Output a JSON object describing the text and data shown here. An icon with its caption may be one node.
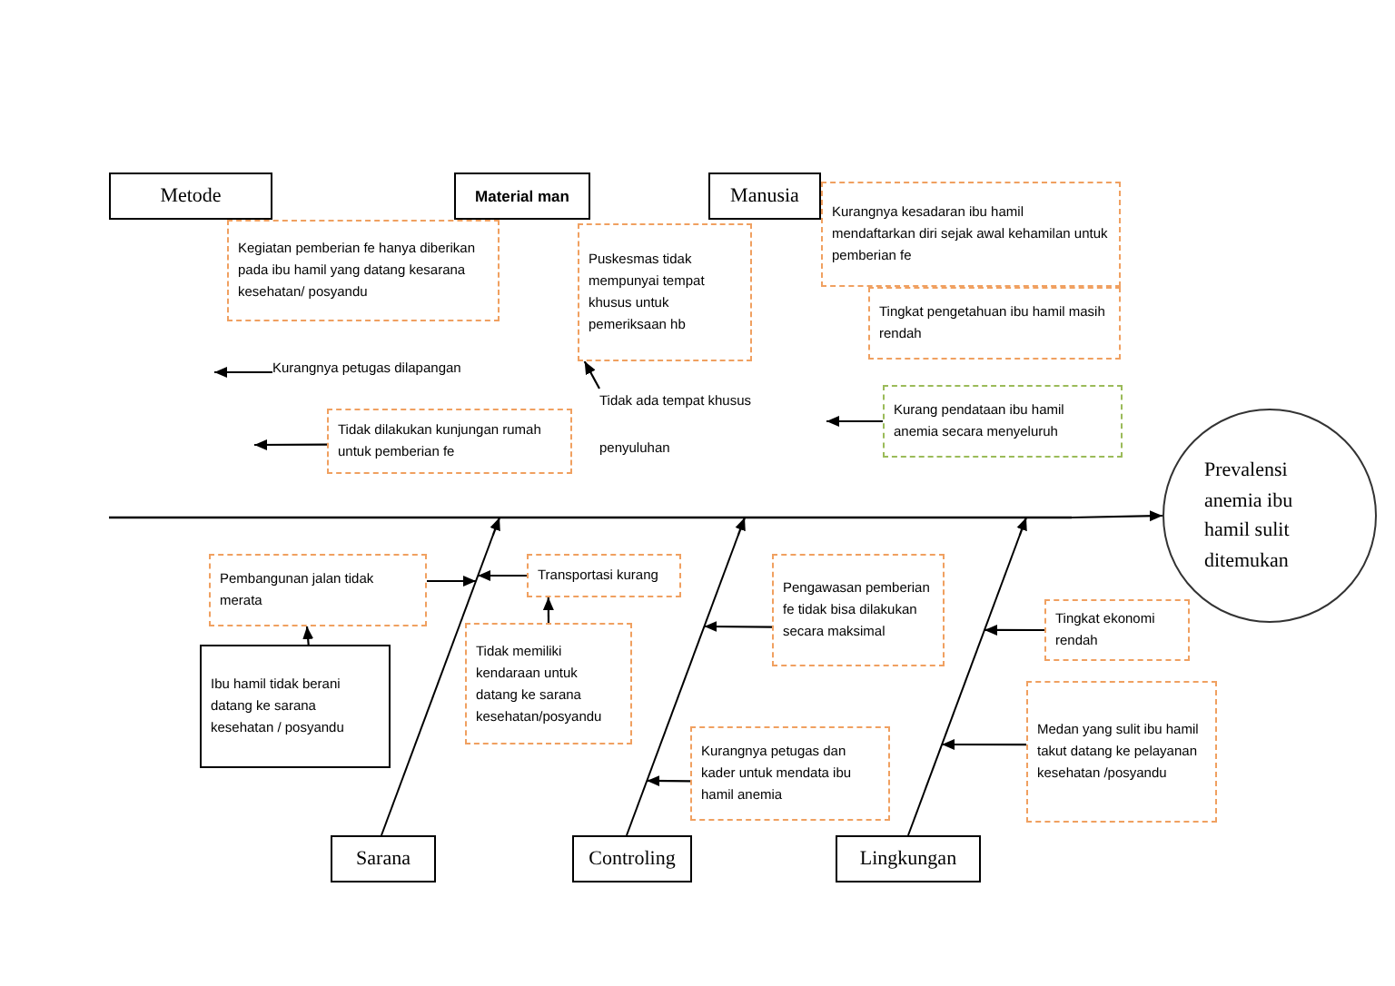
{
  "diagram": {
    "nodes": [
      {
        "text": [
          "Metode"
        ]
      },
      {
        "text": [
          "Material man"
        ]
      },
      {
        "text": [
          "Manusia"
        ]
      },
      {
        "text": [
          "Kegiatan pemberian fe hanya diberikan pada ibu hamil yang datang kesarana kesehatan/ posyandu"
        ]
      },
      {
        "text": [
          "Kurangnya petugas dilapangan"
        ]
      },
      {
        "text": [
          "Puskesmas tidak mempunyai tempat khusus untuk pemeriksaan hb"
        ]
      },
      {
        "text": [
          "Tidak ada tempat khusus penyuluhan"
        ]
      },
      {
        "text": [
          "Tidak dilakukan kunjungan rumah untuk pemberian fe"
        ]
      },
      {
        "text": [
          "Kurangnya kesadaran ibu hamil mendaftarkan diri sejak awal kehamilan untuk pemberian fe"
        ]
      },
      {
        "text": [
          "Tingkat pengetahuan ibu hamil masih rendah"
        ]
      },
      {
        "text": [
          "Kurang pendataan ibu hamil anemia secara menyeluruh"
        ]
      },
      {
        "text": [
          "Prevalensi anemia ibu hamil sulit ditemukan"
        ]
      },
      {
        "text": [
          "Sarana"
        ]
      },
      {
        "text": [
          "Controling"
        ]
      },
      {
        "text": [
          "Lingkungan"
        ]
      },
      {
        "text": [
          "Pembangunan jalan tidak merata"
        ]
      },
      {
        "text": [
          "Ibu hamil tidak berani datang ke sarana kesehatan / posyandu"
        ]
      },
      {
        "text": [
          "Transportasi kurang"
        ]
      },
      {
        "text": [
          "Tidak memiliki kendaraan untuk datang ke sarana kesehatan/posyandu"
        ]
      },
      {
        "text": [
          "Pengawasan pemberian fe tidak bisa dilakukan secara maksimal"
        ]
      },
      {
        "text": [
          "Kurangnya petugas dan kader untuk mendata ibu hamil anemia"
        ]
      },
      {
        "text": [
          "Tingkat ekonomi rendah"
        ]
      },
      {
        "text": [
          "Medan yang sulit ibu hamil takut datang ke pelayanan kesehatan /posyandu"
        ]
      },
      {
        "text": [],
        "shape": "line"
      },
      {
        "text": [],
        "shape": "line"
      },
      {
        "text": [],
        "shape": "line"
      },
      {
        "text": [],
        "shape": "line"
      }
    ],
    "edges": [
      {
        "from": 4,
        "to": null,
        "arrow": "to"
      },
      {
        "from": 6,
        "to": 5,
        "arrow": "to"
      },
      {
        "from": 7,
        "to": null,
        "arrow": "to"
      },
      {
        "from": 10,
        "to": null,
        "arrow": "to"
      },
      {
        "from": 23,
        "to": 11,
        "arrow": "to"
      },
      {
        "from": 24,
        "to": 23,
        "arrow": "to"
      },
      {
        "from": 25,
        "to": 23,
        "arrow": "to"
      },
      {
        "from": 26,
        "to": 23,
        "arrow": "to"
      },
      {
        "from": 15,
        "to": 24,
        "arrow": "to"
      },
      {
        "from": 16,
        "to": 15,
        "arrow": "to"
      },
      {
        "from": 17,
        "to": 24,
        "arrow": "to"
      },
      {
        "from": 18,
        "to": 17,
        "arrow": "to"
      },
      {
        "from": 19,
        "to": 25,
        "arrow": "to"
      },
      {
        "from": 20,
        "to": 25,
        "arrow": "to"
      },
      {
        "from": 21,
        "to": 26,
        "arrow": "to"
      },
      {
        "from": 22,
        "to": 26,
        "arrow": "to"
      }
    ]
  }
}
